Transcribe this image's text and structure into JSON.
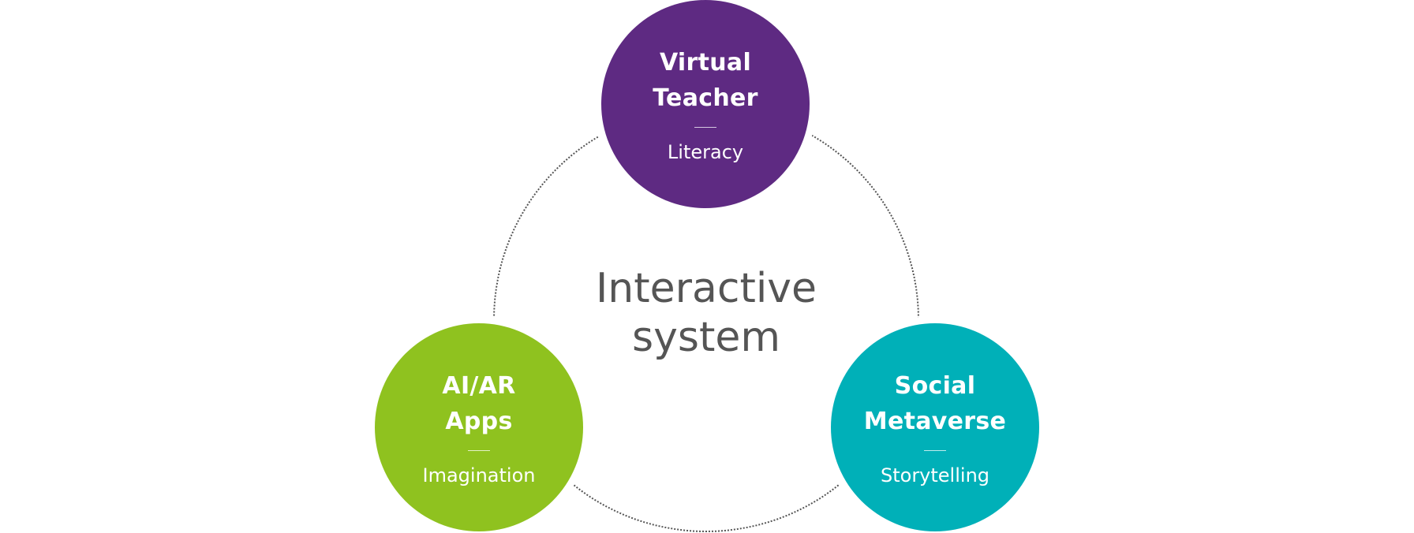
{
  "diagram": {
    "center_label": {
      "line1": "Interactive",
      "line2": "system"
    },
    "nodes": [
      {
        "id": "virtual-teacher",
        "title_line1": "Virtual",
        "title_line2": "Teacher",
        "subtitle": "Literacy",
        "color": "#5e2a82"
      },
      {
        "id": "ai-ar-apps",
        "title_line1": "AI/AR",
        "title_line2": "Apps",
        "subtitle": "Imagination",
        "color": "#8fc21f"
      },
      {
        "id": "social-metaverse",
        "title_line1": "Social",
        "title_line2": "Metaverse",
        "subtitle": "Storytelling",
        "color": "#00b0b8"
      }
    ],
    "ring_color": "#555555",
    "ring_style": "dotted"
  }
}
